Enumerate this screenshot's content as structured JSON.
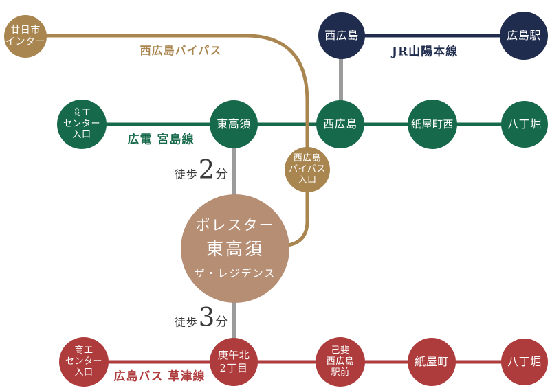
{
  "palette": {
    "navy": "#202c4e",
    "green": "#17694b",
    "red": "#ae3c3c",
    "tan": "#a9854f",
    "tan-light": "#b58e74",
    "gray": "#9b9b9b",
    "ink": "#3a3a3a"
  },
  "lines": {
    "jr": "JR山陽本線",
    "hiroden": "広電 宮島線",
    "bus": "広島バス 草津線",
    "bypass": "西広島バイパス"
  },
  "stations": {
    "ic": "廿日市\nインター",
    "jr_nishihiroshima": "西広島",
    "jr_hiroshima_sta": "広島駅",
    "hd_shoko": "商工\nセンター\n入口",
    "hd_higashitakasu": "東高須",
    "hd_nishihiroshima": "西広島",
    "hd_kamiyacho_nishi": "紙屋町西",
    "hd_hatchobori": "八丁堀",
    "bypass_entrance": "西広島\nバイパス\n入口",
    "bus_shoko": "商工\nセンター\n入口",
    "bus_kogo_kita": "庚午北\n2丁目",
    "bus_koi": "己斐\n西広島\n駅前",
    "bus_kamiyacho": "紙屋町",
    "bus_hatchobori": "八丁堀"
  },
  "building": {
    "title1": "ポレスター",
    "title2": "東高須",
    "subtitle": "ザ・レジデンス"
  },
  "walk": {
    "w2": {
      "prefix": "徒歩",
      "minutes": "2",
      "suffix": "分"
    },
    "w3": {
      "prefix": "徒歩",
      "minutes": "3",
      "suffix": "分"
    }
  }
}
